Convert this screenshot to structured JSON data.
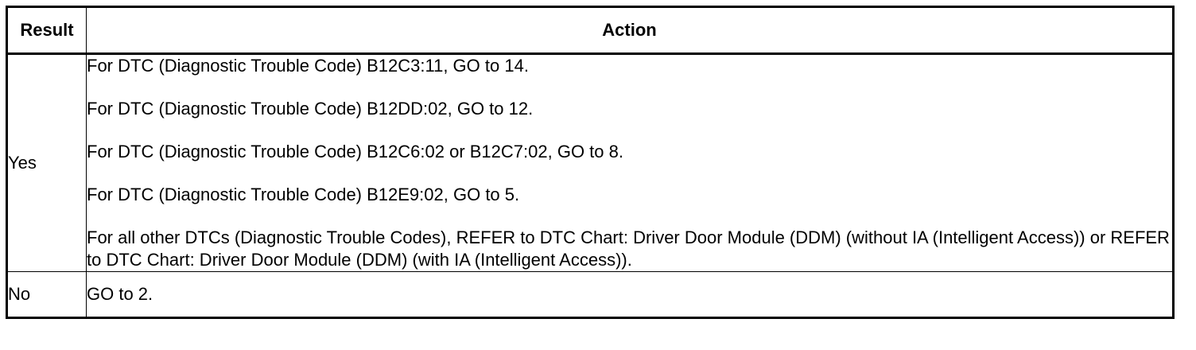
{
  "table": {
    "headers": {
      "result": "Result",
      "action": "Action"
    },
    "rows": [
      {
        "result": "Yes",
        "actions": [
          "For DTC (Diagnostic Trouble Code) B12C3:11, GO to 14.",
          "For DTC (Diagnostic Trouble Code) B12DD:02, GO to 12.",
          "For DTC (Diagnostic Trouble Code) B12C6:02 or B12C7:02, GO to 8.",
          "For DTC (Diagnostic Trouble Code) B12E9:02, GO to 5.",
          "For all other DTCs (Diagnostic Trouble Codes), REFER to DTC Chart: Driver Door Module (DDM) (without IA (Intelligent Access)) or REFER to DTC Chart: Driver Door Module (DDM) (with IA (Intelligent Access))."
        ]
      },
      {
        "result": "No",
        "actions": [
          "GO to 2."
        ]
      }
    ]
  }
}
